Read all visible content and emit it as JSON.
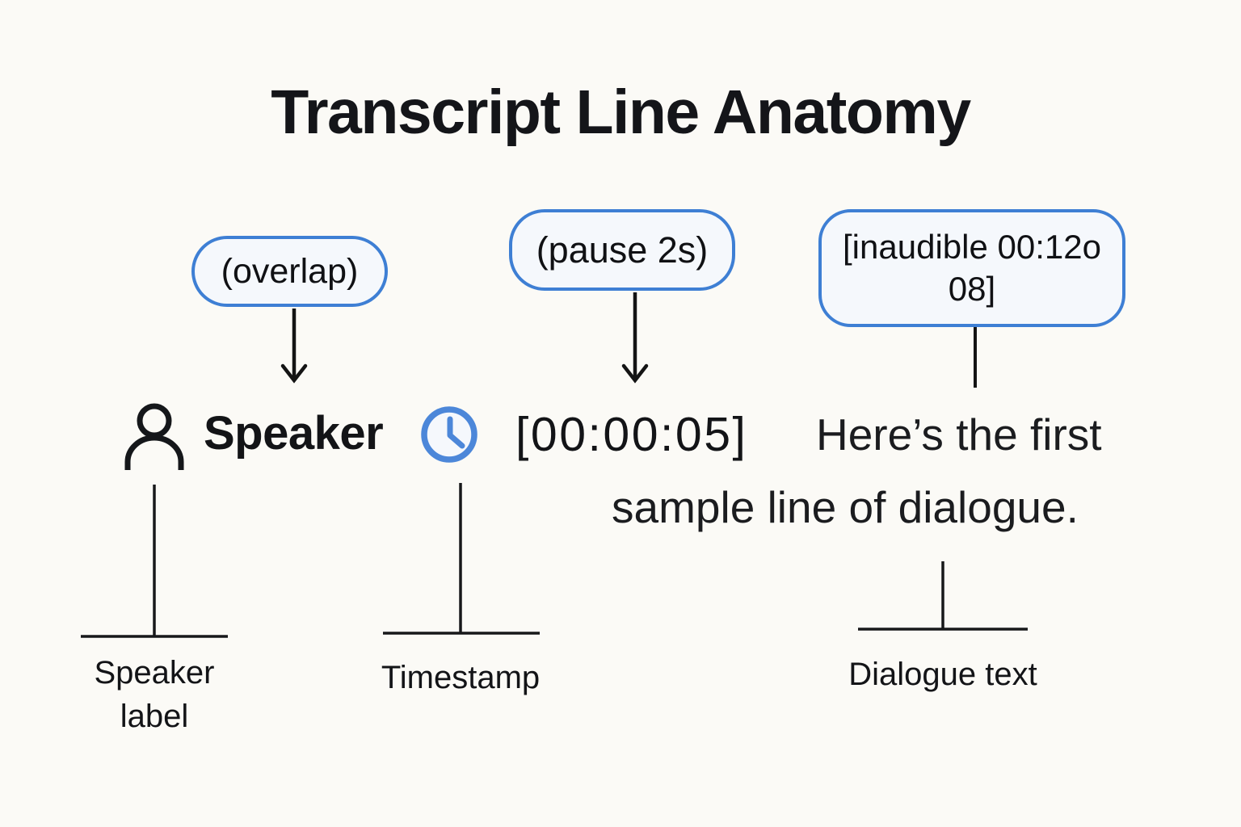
{
  "title": "Transcript Line Anatomy",
  "colors": {
    "background": "#fbfaf6",
    "accent_blue": "#3e7fd4",
    "bubble_fill": "#f5f8fc",
    "ink": "#17181a"
  },
  "callouts": {
    "overlap": {
      "label": "(overlap)"
    },
    "pause": {
      "label": "(pause 2s)"
    },
    "inaudible": {
      "lines": [
        "[inaudible 00:12o",
        "08]"
      ]
    }
  },
  "transcript_line": {
    "speaker_label": "Speaker",
    "timestamp": "[00:00:05]",
    "dialogue_lines": [
      "Here’s the first",
      "sample line of dialogue."
    ],
    "icons": {
      "speaker": "person-icon",
      "timestamp": "clock-icon"
    }
  },
  "part_labels": {
    "speaker": "Speaker label",
    "timestamp": "Timestamp",
    "dialogue": "Dialogue text"
  }
}
